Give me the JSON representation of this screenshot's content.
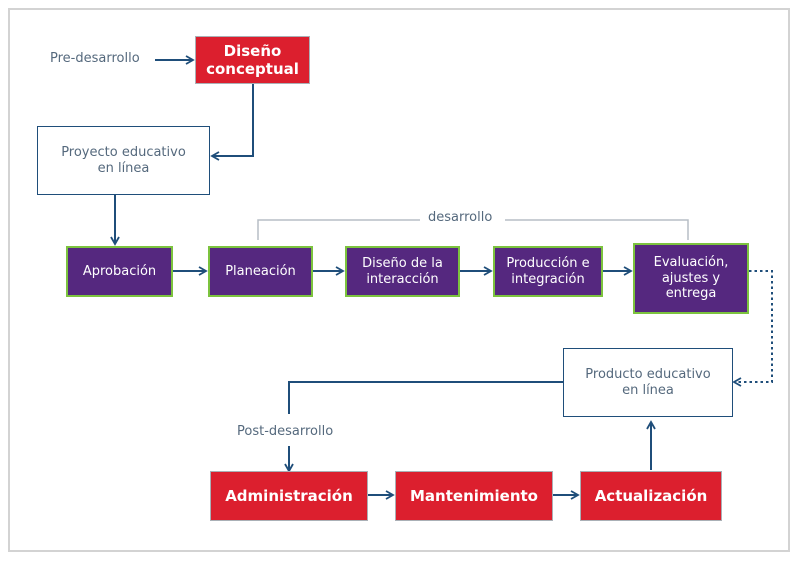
{
  "phases": {
    "pre": "Pre-desarrollo",
    "dev": "desarrollo",
    "post": "Post-desarrollo"
  },
  "nodes": {
    "diseno_conceptual": "Diseño\nconceptual",
    "proyecto_educativo": "Proyecto educativo\nen línea",
    "aprobacion": "Aprobación",
    "planeacion": "Planeación",
    "diseno_interaccion": "Diseño de la\ninteracción",
    "produccion_integracion": "Producción e\nintegración",
    "evaluacion": "Evaluación,\najustes y\nentrega",
    "producto_educativo": "Producto educativo\nen línea",
    "administracion": "Administración",
    "mantenimiento": "Mantenimiento",
    "actualizacion": "Actualización"
  },
  "colors": {
    "red": "#dc1f2e",
    "purple": "#55287f",
    "green_border": "#7cc33e",
    "connector": "#1f4e7a",
    "label": "#55697d",
    "bracket": "#b7bec5"
  }
}
